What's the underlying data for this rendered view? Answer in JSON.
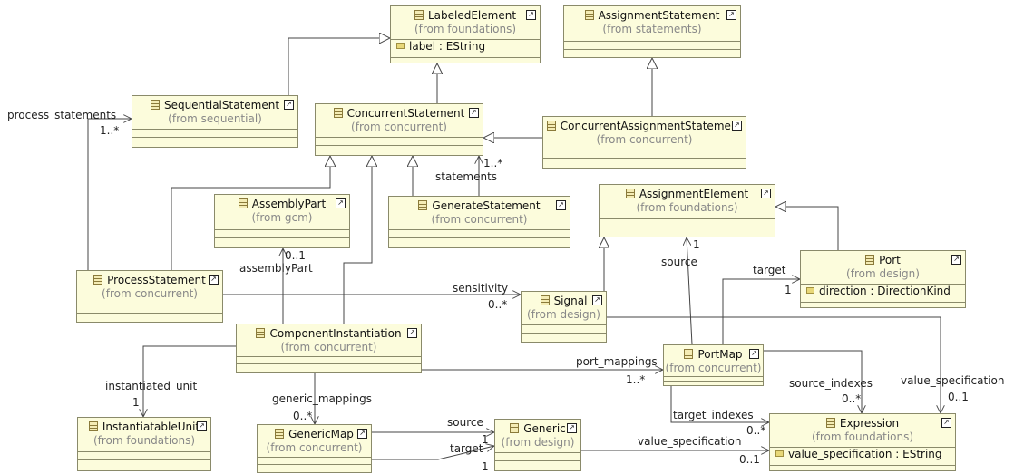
{
  "classes": {
    "labeled_element": {
      "name": "LabeledElement",
      "from": "(from foundations)",
      "attribute": "label : EString"
    },
    "assignment_statement": {
      "name": "AssignmentStatement",
      "from": "(from statements)"
    },
    "sequential_statement": {
      "name": "SequentialStatement",
      "from": "(from sequential)"
    },
    "concurrent_statement": {
      "name": "ConcurrentStatement",
      "from": "(from concurrent)"
    },
    "concurrent_assignment_statement": {
      "name": "ConcurrentAssignmentStatement",
      "from": "(from concurrent)"
    },
    "assembly_part": {
      "name": "AssemblyPart",
      "from": "(from gcm)"
    },
    "generate_statement": {
      "name": "GenerateStatement",
      "from": "(from concurrent)"
    },
    "assignment_element": {
      "name": "AssignmentElement",
      "from": "(from foundations)"
    },
    "port": {
      "name": "Port",
      "from": "(from design)",
      "attribute": "direction : DirectionKind"
    },
    "process_statement": {
      "name": "ProcessStatement",
      "from": "(from concurrent)"
    },
    "signal": {
      "name": "Signal",
      "from": "(from design)"
    },
    "component_instantiation": {
      "name": "ComponentInstantiation",
      "from": "(from concurrent)"
    },
    "port_map": {
      "name": "PortMap",
      "from": "(from concurrent)"
    },
    "instantiatable_unit": {
      "name": "InstantiatableUnit",
      "from": "(from foundations)"
    },
    "generic_map": {
      "name": "GenericMap",
      "from": "(from concurrent)"
    },
    "generic": {
      "name": "Generic",
      "from": "(from design)"
    },
    "expression": {
      "name": "Expression",
      "from": "(from foundations)",
      "attribute": "value_specification : EString"
    }
  },
  "labels": {
    "process_statements": "process_statements",
    "process_statements_mult": "1..*",
    "statements": "statements",
    "statements_mult": "1..*",
    "assembly_part": "assemblyPart",
    "assembly_part_mult": "0..1",
    "source": "source",
    "source_mult": "1",
    "target": "target",
    "target_mult": "1",
    "sensitivity": "sensitivity",
    "sensitivity_mult": "0..*",
    "port_mappings": "port_mappings",
    "port_mappings_mult": "1..*",
    "instantiated_unit": "instantiated_unit",
    "instantiated_unit_mult": "1",
    "generic_mappings": "generic_mappings",
    "generic_mappings_mult": "0..*",
    "source_indexes": "source_indexes",
    "source_indexes_mult": "0..*",
    "target_indexes": "target_indexes",
    "target_indexes_mult": "0..*",
    "value_spec_signal": "value_specification",
    "value_spec_signal_mult": "0..1",
    "gm_source": "source",
    "gm_source_mult": "1",
    "gm_target": "target",
    "gm_target_mult": "1",
    "value_spec_generic": "value_specification",
    "value_spec_generic_mult": "0..1"
  },
  "link_icon": "↗"
}
